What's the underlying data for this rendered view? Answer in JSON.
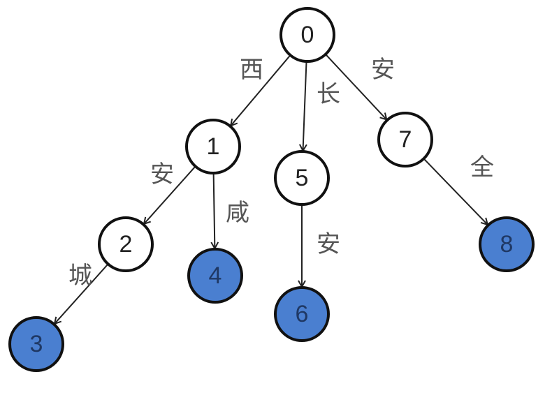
{
  "title": "Trie",
  "colors": {
    "terminal_fill": "#4a7fd0",
    "terminal_text": "#1f3864",
    "normal_fill": "#ffffff",
    "stroke": "#111111"
  },
  "nodes": [
    {
      "id": "0",
      "label": "0",
      "terminal": false
    },
    {
      "id": "1",
      "label": "1",
      "terminal": false
    },
    {
      "id": "2",
      "label": "2",
      "terminal": false
    },
    {
      "id": "3",
      "label": "3",
      "terminal": true
    },
    {
      "id": "4",
      "label": "4",
      "terminal": true
    },
    {
      "id": "5",
      "label": "5",
      "terminal": false
    },
    {
      "id": "6",
      "label": "6",
      "terminal": true
    },
    {
      "id": "7",
      "label": "7",
      "terminal": false
    },
    {
      "id": "8",
      "label": "8",
      "terminal": true
    }
  ],
  "edges": [
    {
      "from": "0",
      "to": "1",
      "label": "西"
    },
    {
      "from": "0",
      "to": "5",
      "label": "长"
    },
    {
      "from": "0",
      "to": "7",
      "label": "安"
    },
    {
      "from": "1",
      "to": "2",
      "label": "安"
    },
    {
      "from": "1",
      "to": "4",
      "label": "咸"
    },
    {
      "from": "2",
      "to": "3",
      "label": "城"
    },
    {
      "from": "5",
      "to": "6",
      "label": "安"
    },
    {
      "from": "7",
      "to": "8",
      "label": "全"
    }
  ]
}
